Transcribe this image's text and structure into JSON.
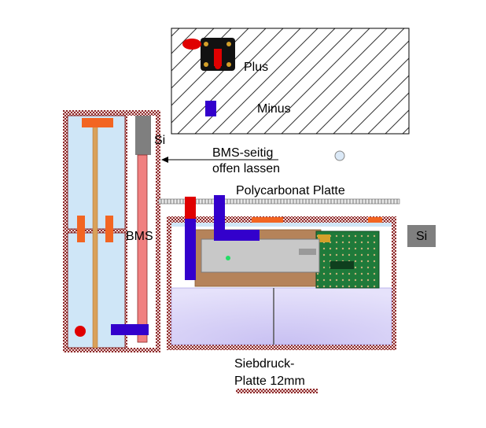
{
  "labels": {
    "plus": "Plus",
    "minus": "Minus",
    "si_left": "Si",
    "bms_note_line1": "BMS-seitig",
    "bms_note_line2": "offen lassen",
    "polycarbonat": "Polycarbonat Platte",
    "si_right": "Si",
    "bms": "BMS",
    "siebdruck_line1": "Siebdruck-",
    "siebdruck_line2": "Platte 12mm"
  },
  "colors": {
    "frame_hatch": "#8b2a2a",
    "frame_bg": "#f2d9d9",
    "cell_blue": "#cfe6f7",
    "gray_block": "#7f7f7f",
    "red_rod": "#f08080",
    "orange_block": "#f26522",
    "blue_block": "#3300cc",
    "red_block": "#e00000",
    "pcb_green": "#1f7a3a",
    "copper": "#b5835a",
    "lavender": "#d8d4f5"
  },
  "icons": {
    "terminal": "battery-terminal-icon",
    "circle": "small-circle-icon"
  }
}
